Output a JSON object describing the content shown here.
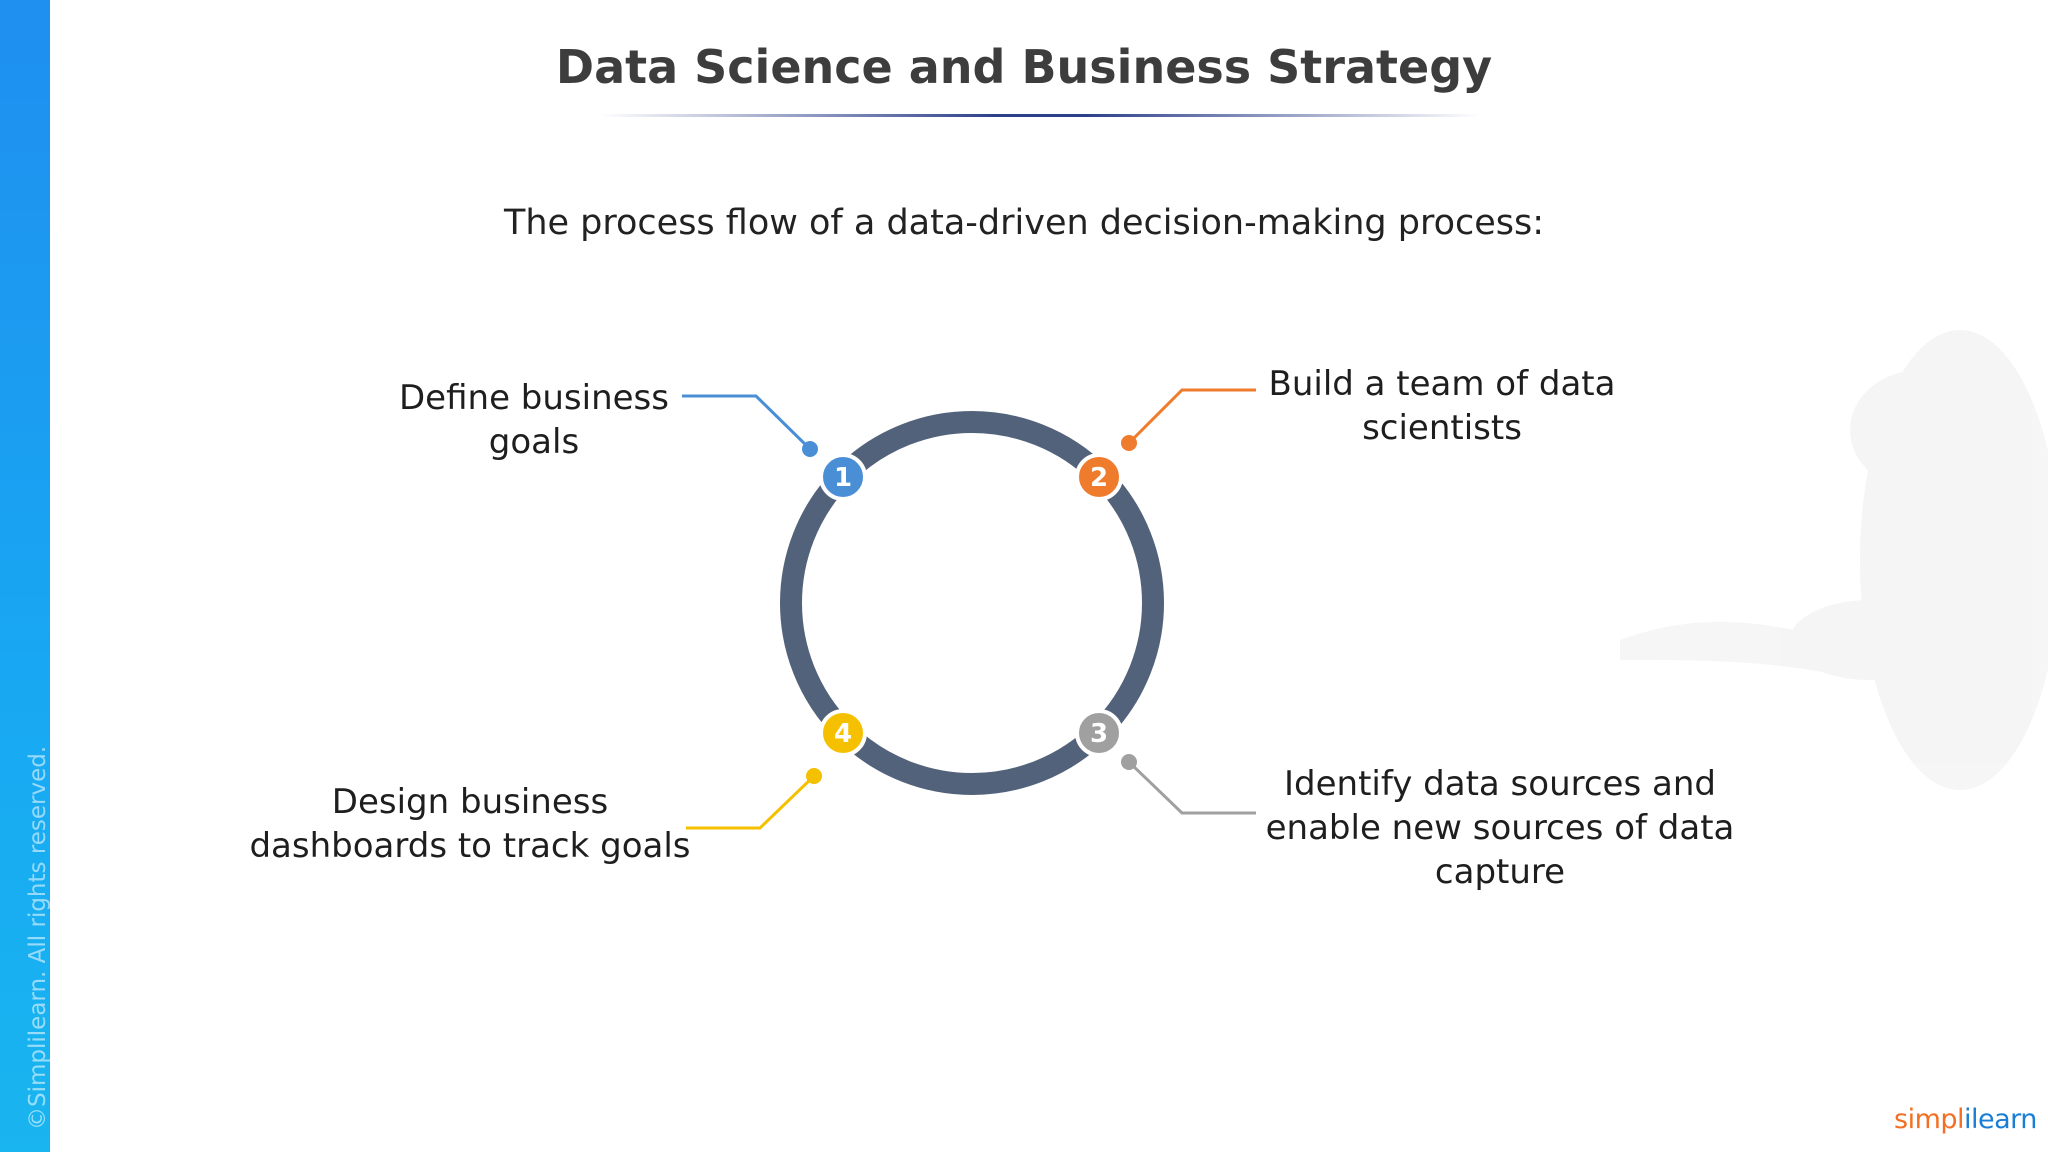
{
  "slide": {
    "title": "Data Science and Business Strategy",
    "subtitle": "The process flow of a data-driven decision-making process:",
    "copyright": "©Simplilearn. All rights reserved.",
    "logo": {
      "part1": "simpl",
      "part2": "ilearn"
    }
  },
  "diagram": {
    "ring_color": "#52627a",
    "steps": [
      {
        "number": "1",
        "label": "Define business goals",
        "color": "#4a8fd6"
      },
      {
        "number": "2",
        "label": "Build a team of data scientists",
        "color": "#ef7b2c"
      },
      {
        "number": "3",
        "label": "Identify data sources and enable new sources of data capture",
        "color": "#a0a0a0"
      },
      {
        "number": "4",
        "label": "Design business dashboards to track goals",
        "color": "#f5c000"
      }
    ]
  }
}
